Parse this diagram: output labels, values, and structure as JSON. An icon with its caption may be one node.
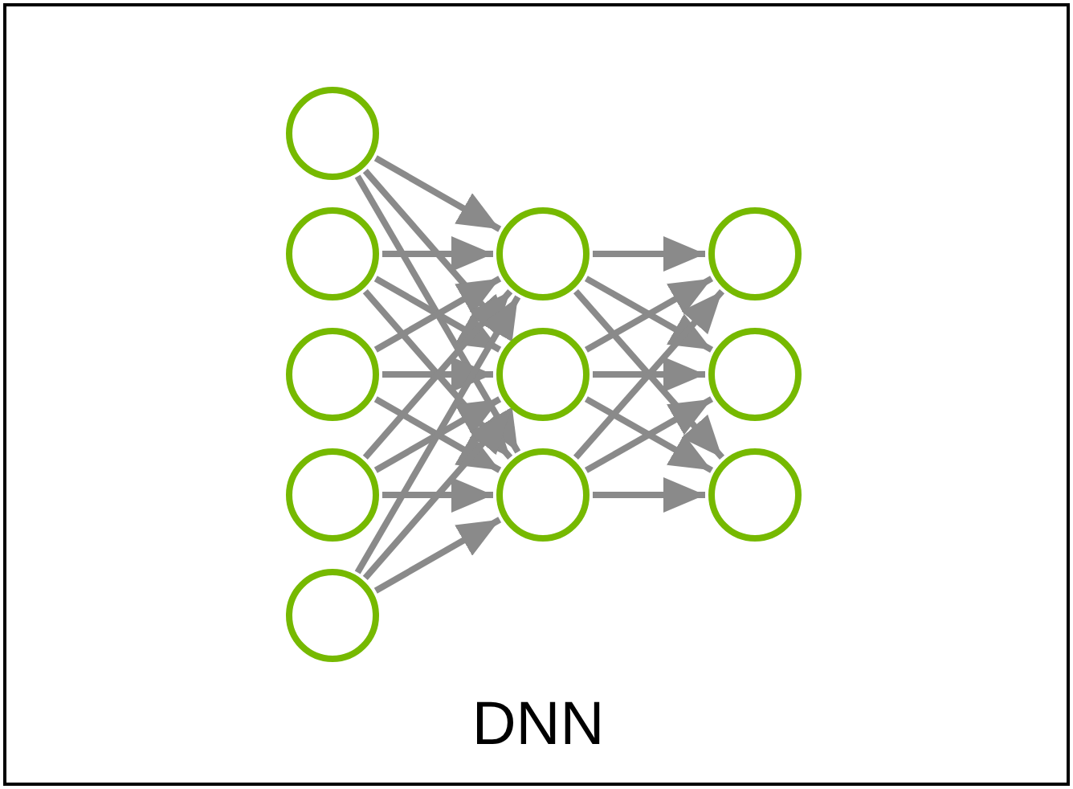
{
  "diagram": {
    "nodes": [
      {
        "text": [],
        "shape": "circle"
      },
      {
        "text": [],
        "shape": "circle"
      },
      {
        "text": [],
        "shape": "circle"
      },
      {
        "text": [],
        "shape": "circle"
      },
      {
        "text": [],
        "shape": "circle"
      },
      {
        "text": [],
        "shape": "circle"
      },
      {
        "text": [],
        "shape": "circle"
      },
      {
        "text": [],
        "shape": "circle"
      },
      {
        "text": [],
        "shape": "circle"
      },
      {
        "text": [],
        "shape": "circle"
      },
      {
        "text": [],
        "shape": "circle"
      }
    ],
    "edges": [
      {
        "from": 0,
        "to": 5,
        "arrow": "to"
      },
      {
        "from": 0,
        "to": 6,
        "arrow": "to"
      },
      {
        "from": 0,
        "to": 7,
        "arrow": "to"
      },
      {
        "from": 1,
        "to": 5,
        "arrow": "to"
      },
      {
        "from": 1,
        "to": 6,
        "arrow": "to"
      },
      {
        "from": 1,
        "to": 7,
        "arrow": "to"
      },
      {
        "from": 2,
        "to": 5,
        "arrow": "to"
      },
      {
        "from": 2,
        "to": 6,
        "arrow": "to"
      },
      {
        "from": 2,
        "to": 7,
        "arrow": "to"
      },
      {
        "from": 3,
        "to": 5,
        "arrow": "to"
      },
      {
        "from": 3,
        "to": 6,
        "arrow": "to"
      },
      {
        "from": 3,
        "to": 7,
        "arrow": "to"
      },
      {
        "from": 4,
        "to": 5,
        "arrow": "to"
      },
      {
        "from": 4,
        "to": 6,
        "arrow": "to"
      },
      {
        "from": 4,
        "to": 7,
        "arrow": "to"
      },
      {
        "from": 5,
        "to": 8,
        "arrow": "to"
      },
      {
        "from": 5,
        "to": 9,
        "arrow": "to"
      },
      {
        "from": 5,
        "to": 10,
        "arrow": "to"
      },
      {
        "from": 6,
        "to": 8,
        "arrow": "to"
      },
      {
        "from": 6,
        "to": 9,
        "arrow": "to"
      },
      {
        "from": 6,
        "to": 10,
        "arrow": "to"
      },
      {
        "from": 7,
        "to": 8,
        "arrow": "to"
      },
      {
        "from": 7,
        "to": 9,
        "arrow": "to"
      },
      {
        "from": 7,
        "to": 10,
        "arrow": "to"
      }
    ],
    "caption": "DNN"
  }
}
